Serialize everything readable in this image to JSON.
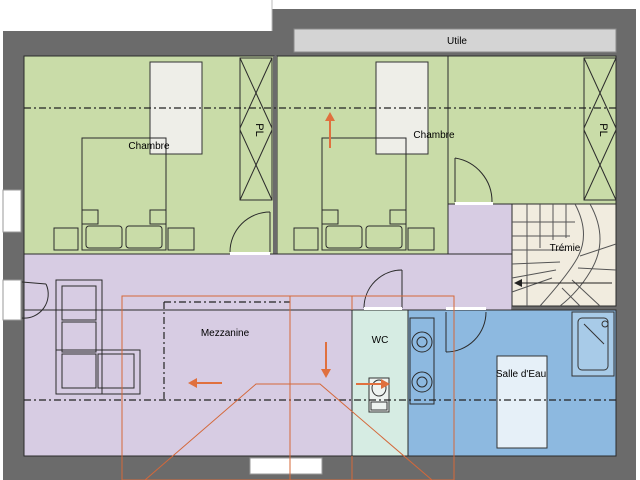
{
  "rooms": {
    "chambre_left": "Chambre",
    "chambre_right": "Chambre",
    "utile": "Utile",
    "tremie": "Trémie",
    "mezzanine": "Mezzanine",
    "wc": "WC",
    "salle_eau": "Salle d'Eau"
  },
  "closet_labels": {
    "left": "PL",
    "right": "PL"
  },
  "colors": {
    "wall": "#6b6b6b",
    "bedroom": "#c9dca8",
    "circulation": "#d7cce3",
    "wc": "#d6ece3",
    "bathroom": "#8db9e0",
    "stairs": "#f1ecdf",
    "utile": "#d4d4d4",
    "accent": "#d4683a"
  }
}
